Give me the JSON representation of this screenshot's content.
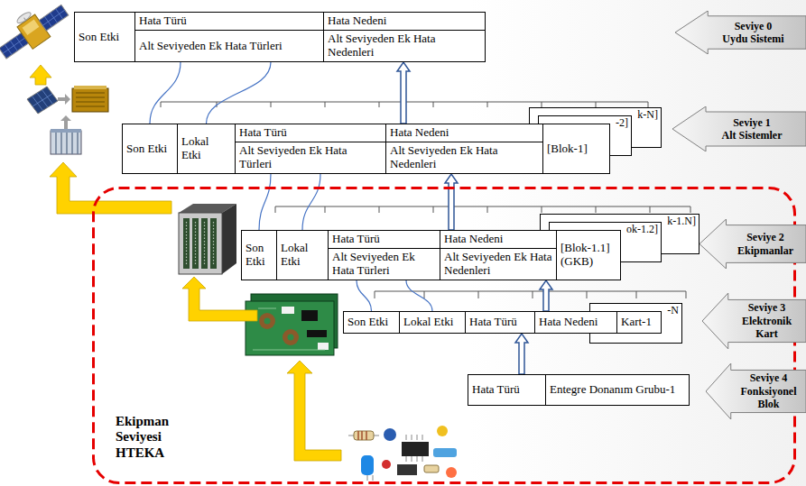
{
  "diagram": {
    "nodes": [
      {
        "text": [
          "Son Etki"
        ]
      },
      {
        "text": [
          "Hata Türü"
        ]
      },
      {
        "text": [
          "Hata Nedeni"
        ]
      },
      {
        "text": [
          "Alt Seviyeden Ek Hata Türleri"
        ]
      },
      {
        "text": [
          "Alt Seviyeden Ek Hata Nedenleri"
        ]
      },
      {
        "text": [
          "Seviye 0",
          "Uydu Sistemi"
        ]
      },
      {
        "text": [
          "k-N]"
        ]
      },
      {
        "text": [
          "-2]"
        ]
      },
      {
        "text": [
          "Son Etki"
        ]
      },
      {
        "text": [
          "Lokal Etki"
        ]
      },
      {
        "text": [
          "Hata Türü"
        ]
      },
      {
        "text": [
          "Hata Nedeni"
        ]
      },
      {
        "text": [
          "Alt Seviyeden Ek Hata Türleri"
        ]
      },
      {
        "text": [
          "Alt Seviyeden Ek Hata Nedenleri"
        ]
      },
      {
        "text": [
          "[Blok-1]"
        ]
      },
      {
        "text": [
          "Seviye 1",
          "Alt Sistemler"
        ]
      },
      {
        "text": [
          "Ekipman Seviyesi HTEKA"
        ]
      },
      {
        "text": [
          "k-1.N]"
        ],
        "in": 16
      },
      {
        "text": [
          "ok-1.2]"
        ],
        "in": 16
      },
      {
        "text": [
          "Son Etki"
        ],
        "in": 16
      },
      {
        "text": [
          "Lokal Etki"
        ],
        "in": 16
      },
      {
        "text": [
          "Hata Türü"
        ],
        "in": 16
      },
      {
        "text": [
          "Hata Nedeni"
        ],
        "in": 16
      },
      {
        "text": [
          "Alt Seviyeden Ek Hata Türleri"
        ],
        "in": 16
      },
      {
        "text": [
          "Alt Seviyeden Ek Hata Nedenleri"
        ],
        "in": 16
      },
      {
        "text": [
          "[Blok-1.1] (GKB)"
        ],
        "in": 16
      },
      {
        "text": [
          "Seviye 2",
          "Ekipmanlar"
        ]
      },
      {
        "text": [
          "-N"
        ],
        "in": 16
      },
      {
        "text": [
          "Son Etki"
        ],
        "in": 16
      },
      {
        "text": [
          "Lokal Etki"
        ],
        "in": 16
      },
      {
        "text": [
          "Hata Türü"
        ],
        "in": 16
      },
      {
        "text": [
          "Hata Nedeni"
        ],
        "in": 16
      },
      {
        "text": [
          "Kart-1"
        ],
        "in": 16
      },
      {
        "text": [
          "Seviye 3",
          "Elektronik Kart"
        ]
      },
      {
        "text": [
          "Hata Türü"
        ],
        "in": 16
      },
      {
        "text": [
          "Entegre Donanım Grubu-1"
        ],
        "in": 16
      },
      {
        "text": [
          "Seviye 4",
          "Fonksiyonel Blok"
        ]
      }
    ],
    "edges": [
      {
        "from": 34,
        "to": 30,
        "arrow": "to"
      },
      {
        "from": 31,
        "to": 24,
        "arrow": "to"
      },
      {
        "from": 22,
        "to": 13,
        "arrow": "to"
      },
      {
        "from": 11,
        "to": 4,
        "arrow": "to"
      },
      {
        "from": 8,
        "to": 3,
        "arrow": "none"
      },
      {
        "from": 9,
        "to": 3,
        "arrow": "none"
      },
      {
        "from": 19,
        "to": 12,
        "arrow": "none"
      },
      {
        "from": 20,
        "to": 12,
        "arrow": "none"
      },
      {
        "from": 28,
        "to": 23,
        "arrow": "none"
      },
      {
        "from": 29,
        "to": 23,
        "arrow": "none"
      }
    ]
  }
}
